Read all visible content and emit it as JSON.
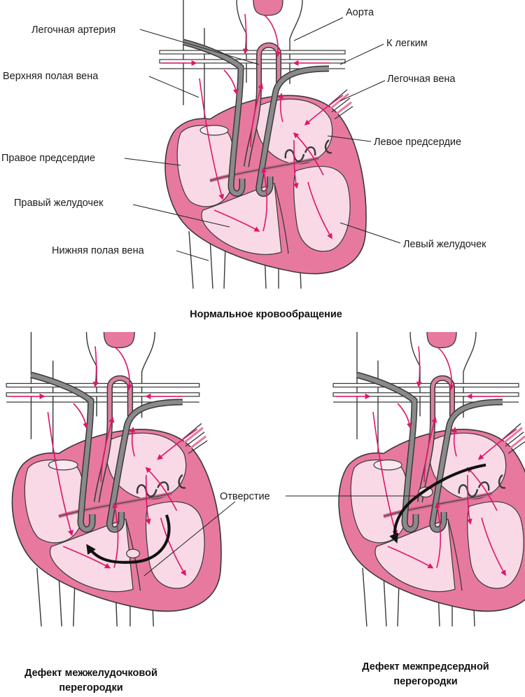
{
  "colors": {
    "myocardium": "#e8799e",
    "chamber": "#f9d9e6",
    "outline": "#3a3a3a",
    "vessel_grey": "#707070",
    "vessel_pink": "#d9829f",
    "flow_arrow": "#e0166a",
    "shunt_arrow": "#111111"
  },
  "icons": [
    "flow-arrow-icon",
    "shunt-arrow-icon"
  ],
  "normal_diagram": {
    "caption": "Нормальное кровообращение",
    "labels": {
      "pulmonary_artery": "Легочная артерия",
      "superior_vena_cava": "Верхняя полая вена",
      "right_atrium": "Правое предсердие",
      "right_ventricle": "Правый желудочек",
      "inferior_vena_cava": "Нижняя полая вена",
      "aorta": "Аорта",
      "to_lungs": "К легким",
      "pulmonary_vein": "Легочная вена",
      "left_atrium": "Левое предсердие",
      "left_ventricle": "Левый желудочек"
    }
  },
  "vsd_diagram": {
    "caption_line1": "Дефект межжелудочковой",
    "caption_line2": "перегородки"
  },
  "asd_diagram": {
    "caption_line1": "Дефект межпредсердной",
    "caption_line2": "перегородки"
  },
  "shared_label": {
    "opening": "Отверстие"
  }
}
